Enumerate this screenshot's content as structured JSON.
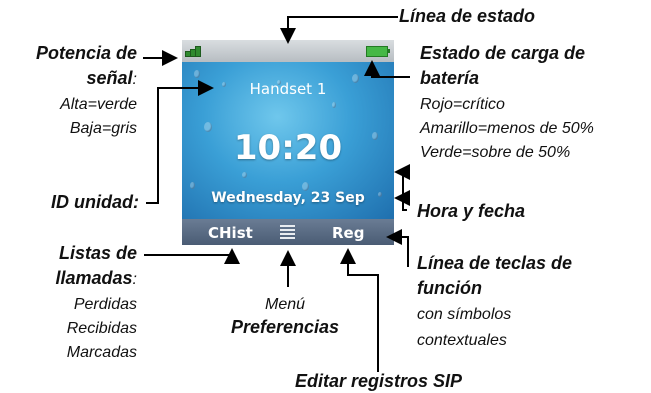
{
  "screen": {
    "handset_label": "Handset 1",
    "time": "10:20",
    "date": "Wednesday, 23 Sep",
    "softkeys": {
      "left": "CHist",
      "center_icon": "menu-icon",
      "right": "Reg"
    },
    "signal_color": "#2f8a2f",
    "battery_color": "#46b846"
  },
  "annotations": {
    "status_line": "Línea de estado",
    "signal": {
      "title_1": "Potencia de",
      "title_2": "señal",
      "suffix": ":",
      "high": "Alta=verde",
      "low": "Baja=gris"
    },
    "battery": {
      "title_1": "Estado de carga de",
      "title_2": "batería",
      "red": "Rojo=crítico",
      "yellow": "Amarillo=menos de 50%",
      "green": "Verde=sobre de 50%"
    },
    "unit_id": "ID unidad:",
    "time_date": "Hora y fecha",
    "softkey_line": {
      "title_1": "Línea de teclas de",
      "title_2": "función",
      "sub_1": "con símbolos",
      "sub_2": "contextuales"
    },
    "call_lists": {
      "title_1": "Listas de",
      "title_2": "llamadas",
      "suffix": ":",
      "missed": "Perdidas",
      "received": "Recibidas",
      "dialed": "Marcadas"
    },
    "menu": {
      "sub": "Menú",
      "title": "Preferencias"
    },
    "sip": "Editar registros SIP"
  }
}
